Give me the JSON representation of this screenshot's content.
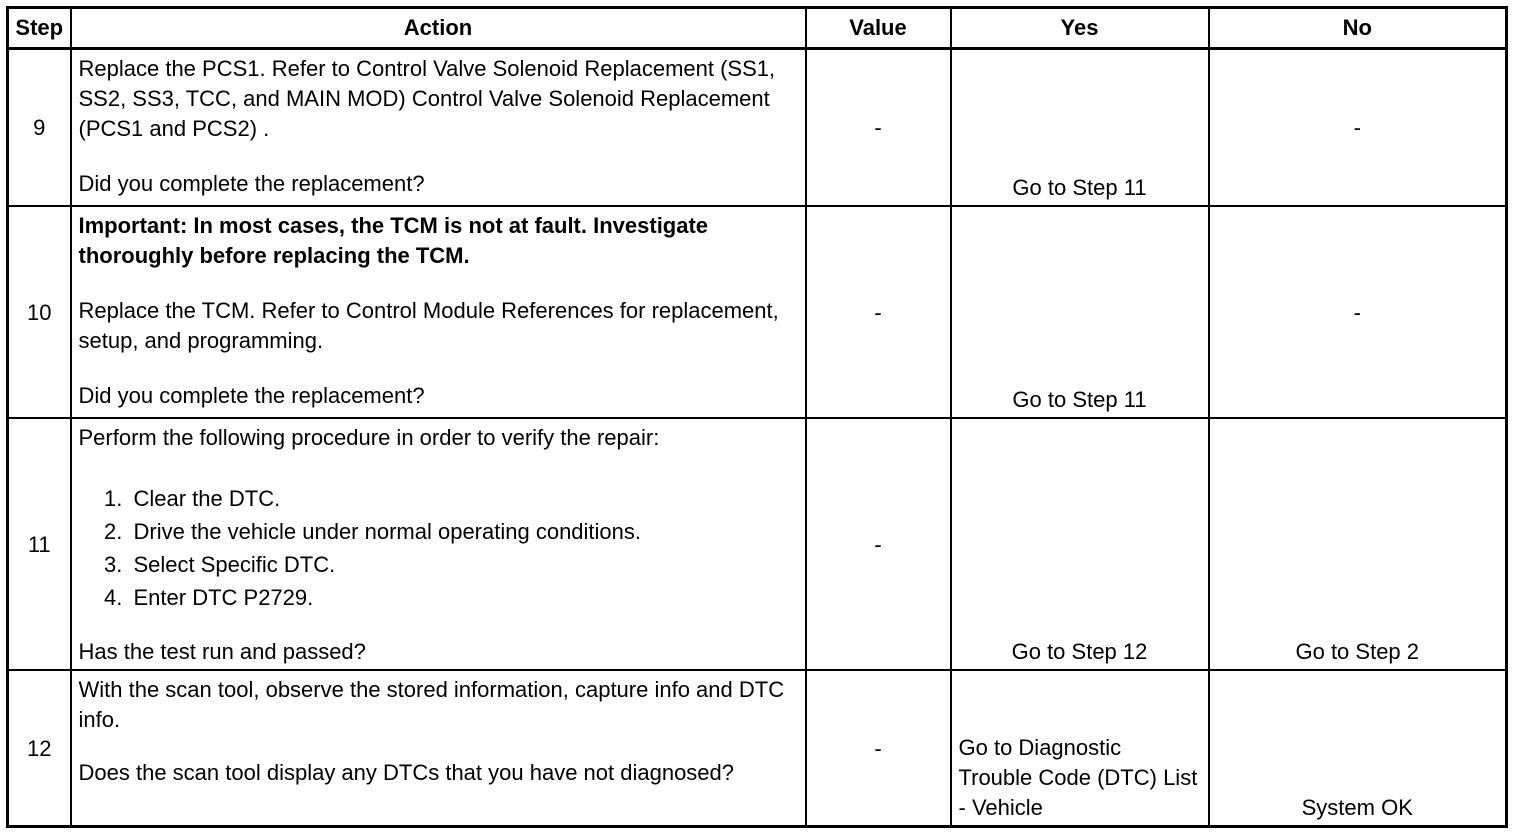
{
  "headers": {
    "step": "Step",
    "action": "Action",
    "value": "Value",
    "yes": "Yes",
    "no": "No"
  },
  "rows": [
    {
      "step": "9",
      "action_text": "Replace the PCS1. Refer to Control Valve Solenoid Replacement (SS1, SS2, SS3, TCC, and MAIN MOD) Control Valve Solenoid Replacement (PCS1 and PCS2) .",
      "question": "Did you complete the replacement?",
      "value": "-",
      "yes": "Go to Step 11",
      "no": "-"
    },
    {
      "step": "10",
      "important": "Important: In most cases, the TCM is not at fault. Investigate thoroughly before replacing the TCM.",
      "action_text": "Replace the TCM. Refer to Control Module References for replacement, setup, and programming.",
      "question": "Did you complete the replacement?",
      "value": "-",
      "yes": "Go to Step 11",
      "no": "-"
    },
    {
      "step": "11",
      "action_text": "Perform the following procedure in order to verify the repair:",
      "list": [
        "Clear the DTC.",
        "Drive the vehicle under normal operating conditions.",
        "Select Specific DTC.",
        "Enter DTC P2729."
      ],
      "question": "Has the test run and passed?",
      "value": "-",
      "yes": "Go to Step 12",
      "no": "Go to Step 2"
    },
    {
      "step": "12",
      "action_text": "With the scan tool, observe the stored information, capture info and DTC info.",
      "question": "Does the scan tool display any DTCs that you have not diagnosed?",
      "value": "-",
      "yes": "Go to Diagnostic Trouble Code (DTC) List - Vehicle",
      "no": "System OK"
    }
  ]
}
